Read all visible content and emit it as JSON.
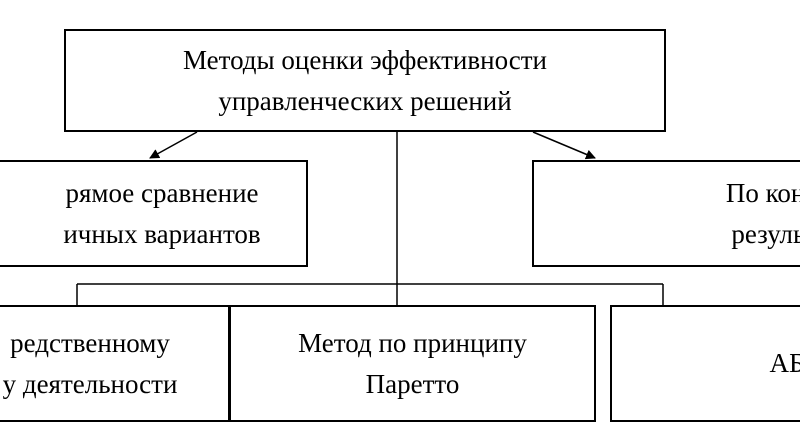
{
  "diagram": {
    "root": {
      "line1": "Методы оценки эффективности",
      "line2": "управленческих решений"
    },
    "left_method": {
      "line1": "рямое сравнение",
      "line2": "ичных вариантов"
    },
    "right_method": {
      "line1": "По конечно",
      "line2": "результату"
    },
    "bottom_left": {
      "line1": "редственному",
      "line2": "у деятельности"
    },
    "bottom_middle": {
      "line1": "Метод по принципу",
      "line2": "Паретто"
    },
    "bottom_right": {
      "line1": "АБВ-ме"
    },
    "colors": {
      "stroke": "#000000",
      "background": "#ffffff"
    }
  }
}
